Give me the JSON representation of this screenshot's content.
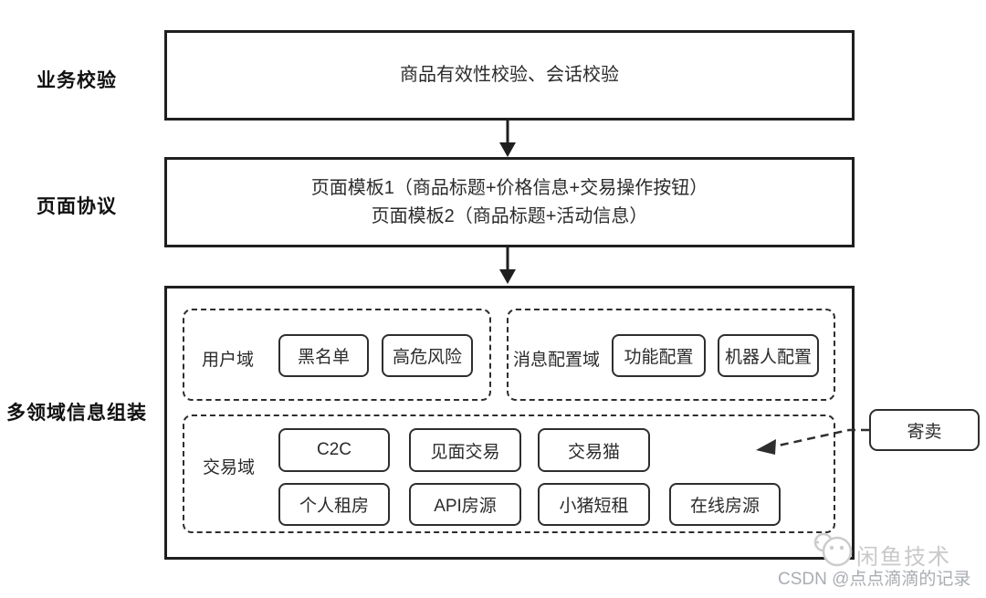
{
  "stages": {
    "validation": "业务校验",
    "protocol": "页面协议",
    "assembly": "多领域信息组装"
  },
  "boxes": {
    "validation_text": "商品有效性校验、会话校验",
    "template_line1": "页面模板1（商品标题+价格信息+交易操作按钮）",
    "template_line2": "页面模板2（商品标题+活动信息）"
  },
  "domains": {
    "user": {
      "label": "用户域",
      "items": [
        "黑名单",
        "高危风险"
      ]
    },
    "message": {
      "label": "消息配置域",
      "items": [
        "功能配置",
        "机器人配置"
      ]
    },
    "trade": {
      "label": "交易域",
      "row1": [
        "C2C",
        "见面交易",
        "交易猫"
      ],
      "row2": [
        "个人租房",
        "API房源",
        "小猪短租",
        "在线房源"
      ]
    }
  },
  "callout": {
    "label": "寄卖"
  },
  "watermark": {
    "brand": "闲鱼技术",
    "csdn": "CSDN @点点滴滴的记录"
  },
  "colors": {
    "line": "#1f1f1f",
    "border": "#2e2e2e",
    "text": "#2b2b2b",
    "watermark_brand": "#c9c9c9",
    "watermark_csdn": "#a9adb2"
  }
}
